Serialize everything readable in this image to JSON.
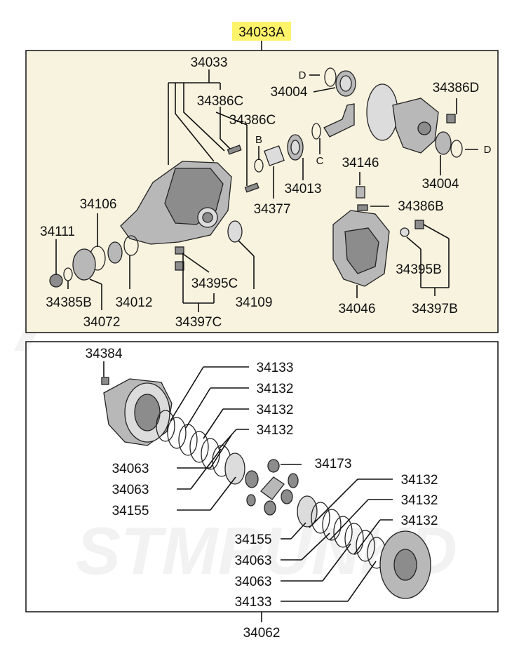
{
  "assembly_number": "34033A",
  "bottom_assembly_number": "34062",
  "watermark": "STMPUNKD",
  "colors": {
    "top_panel_bg": "#f8f3df",
    "highlight": "#fff36a",
    "line": "#111111",
    "part_fill": "#b8b8b8"
  },
  "top_panel": {
    "labels": {
      "l34033": "34033",
      "l34386C_1": "34386C",
      "l34386C_2": "34386C",
      "l34004_1": "34004",
      "lD_1": "D",
      "l34386D": "34386D",
      "lB": "B",
      "lC": "C",
      "lD_2": "D",
      "l34013": "34013",
      "l34146": "34146",
      "l34004_2": "34004",
      "l34377": "34377",
      "l34106": "34106",
      "l34386B": "34386B",
      "l34111": "34111",
      "l34395C": "34395C",
      "l34395B": "34395B",
      "l34385B": "34385B",
      "l34012": "34012",
      "l34109": "34109",
      "l34046": "34046",
      "l34397B": "34397B",
      "l34072": "34072",
      "l34397C": "34397C"
    }
  },
  "bottom_panel": {
    "labels": {
      "l34384": "34384",
      "l34133_1": "34133",
      "l34132_1": "34132",
      "l34132_2": "34132",
      "l34132_3": "34132",
      "l34173": "34173",
      "l34063_1": "34063",
      "l34063_2": "34063",
      "l34155_1": "34155",
      "l34132_4": "34132",
      "l34132_5": "34132",
      "l34132_6": "34132",
      "l34155_2": "34155",
      "l34063_3": "34063",
      "l34063_4": "34063",
      "l34133_2": "34133"
    }
  }
}
